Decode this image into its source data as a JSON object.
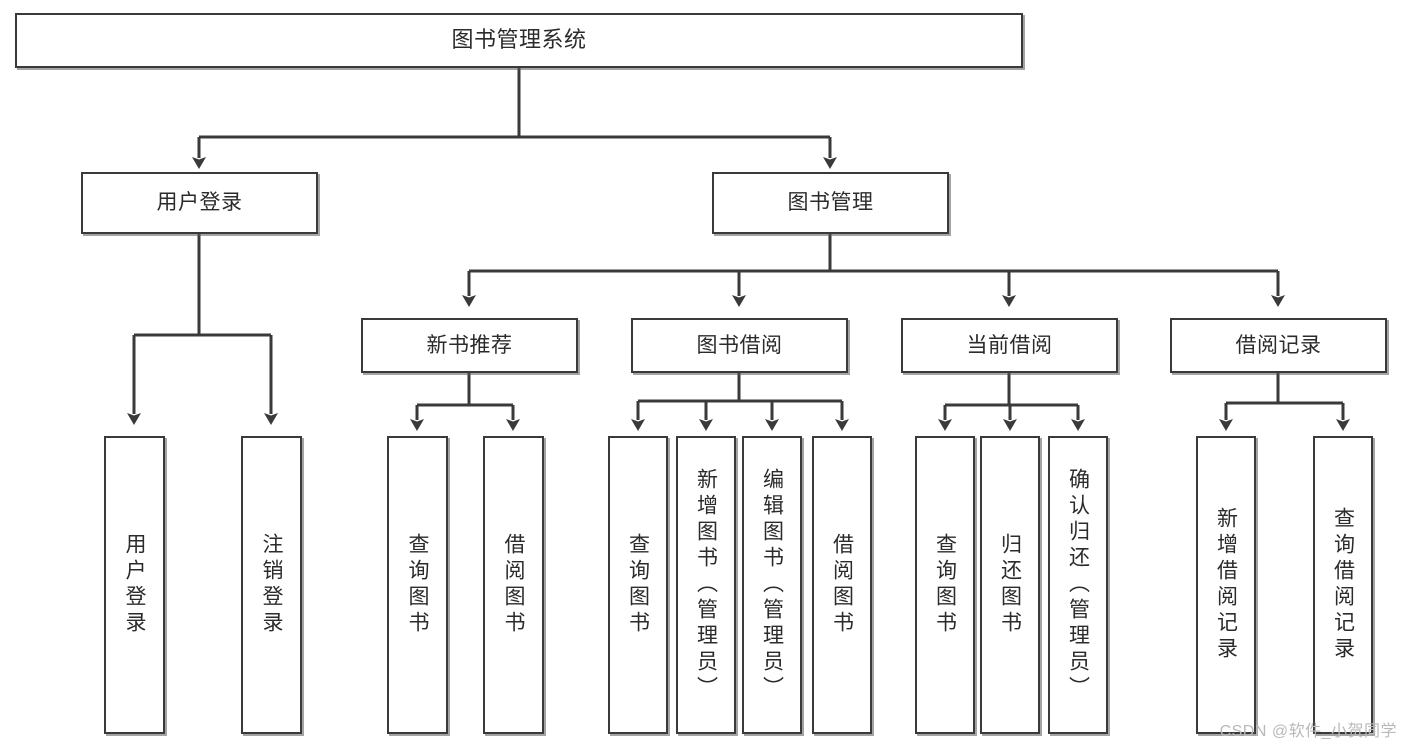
{
  "diagram": {
    "title": "图书管理系统",
    "type": "hierarchy-tree",
    "root": {
      "label": "图书管理系统"
    },
    "level1": [
      {
        "label": "用户登录"
      },
      {
        "label": "图书管理"
      }
    ],
    "level2": [
      {
        "label": "新书推荐"
      },
      {
        "label": "图书借阅"
      },
      {
        "label": "当前借阅"
      },
      {
        "label": "借阅记录"
      }
    ],
    "leaves": {
      "user_login": [
        {
          "label": "用户登录"
        },
        {
          "label": "注销登录"
        }
      ],
      "new_book_recommend": [
        {
          "label": "查询图书"
        },
        {
          "label": "借阅图书"
        }
      ],
      "book_borrow": [
        {
          "label": "查询图书"
        },
        {
          "label": "新增图书（管理员）"
        },
        {
          "label": "编辑图书（管理员）"
        },
        {
          "label": "借阅图书"
        }
      ],
      "current_borrow": [
        {
          "label": "查询图书"
        },
        {
          "label": "归还图书"
        },
        {
          "label": "确认归还（管理员）"
        }
      ],
      "borrow_record": [
        {
          "label": "新增借阅记录"
        },
        {
          "label": "查询借阅记录"
        }
      ]
    }
  },
  "watermark": {
    "text": "CSDN @软件_小贺同学"
  },
  "colors": {
    "border": "#3a3a3a",
    "fill": "#ffffff",
    "text": "#2b2b2b",
    "connector": "#3a3a3a",
    "watermark": "#b9b9b9"
  }
}
